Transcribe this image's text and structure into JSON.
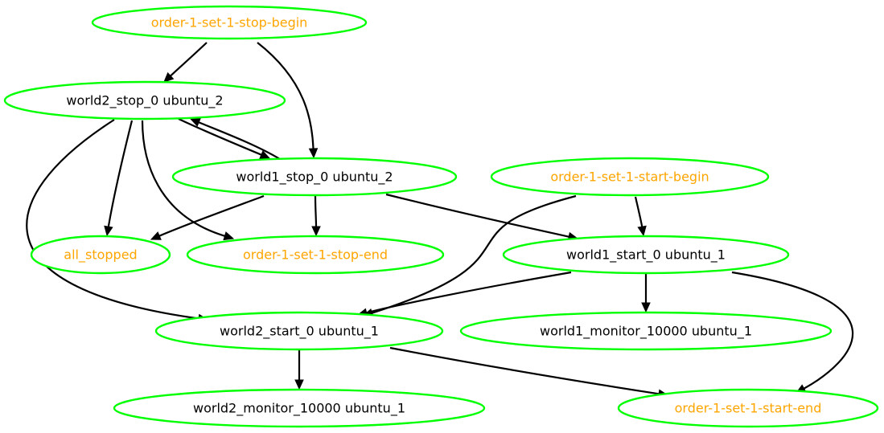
{
  "colors": {
    "background": "#ffffff",
    "node_outline": "#00ff00",
    "pseudo_label": "#ffa500",
    "action_label": "#000000",
    "edge": "#000000"
  },
  "nodes": {
    "stop_begin": {
      "label": "order-1-set-1-stop-begin",
      "style": "pseudo"
    },
    "w2_stop": {
      "label": "world2_stop_0 ubuntu_2",
      "style": "action"
    },
    "w1_stop": {
      "label": "world1_stop_0 ubuntu_2",
      "style": "action"
    },
    "start_begin": {
      "label": "order-1-set-1-start-begin",
      "style": "pseudo"
    },
    "all_stopped": {
      "label": "all_stopped",
      "style": "pseudo"
    },
    "stop_end": {
      "label": "order-1-set-1-stop-end",
      "style": "pseudo"
    },
    "w1_start": {
      "label": "world1_start_0 ubuntu_1",
      "style": "action"
    },
    "w2_start": {
      "label": "world2_start_0 ubuntu_1",
      "style": "action"
    },
    "w1_monitor": {
      "label": "world1_monitor_10000 ubuntu_1",
      "style": "action"
    },
    "w2_monitor": {
      "label": "world2_monitor_10000 ubuntu_1",
      "style": "action"
    },
    "start_end": {
      "label": "order-1-set-1-start-end",
      "style": "pseudo"
    }
  },
  "edges": [
    {
      "from": "stop_begin",
      "to": "w2_stop"
    },
    {
      "from": "stop_begin",
      "to": "w1_stop"
    },
    {
      "from": "w2_stop",
      "to": "w1_stop"
    },
    {
      "from": "w1_stop",
      "to": "w2_stop"
    },
    {
      "from": "w2_stop",
      "to": "all_stopped"
    },
    {
      "from": "w2_stop",
      "to": "stop_end"
    },
    {
      "from": "w2_stop",
      "to": "w2_start"
    },
    {
      "from": "w1_stop",
      "to": "all_stopped"
    },
    {
      "from": "w1_stop",
      "to": "stop_end"
    },
    {
      "from": "w1_stop",
      "to": "w1_start"
    },
    {
      "from": "start_begin",
      "to": "w1_start"
    },
    {
      "from": "start_begin",
      "to": "w2_start"
    },
    {
      "from": "w1_start",
      "to": "w2_start"
    },
    {
      "from": "w1_start",
      "to": "w1_monitor"
    },
    {
      "from": "w1_start",
      "to": "start_end"
    },
    {
      "from": "w2_start",
      "to": "w2_monitor"
    },
    {
      "from": "w2_start",
      "to": "start_end"
    }
  ]
}
